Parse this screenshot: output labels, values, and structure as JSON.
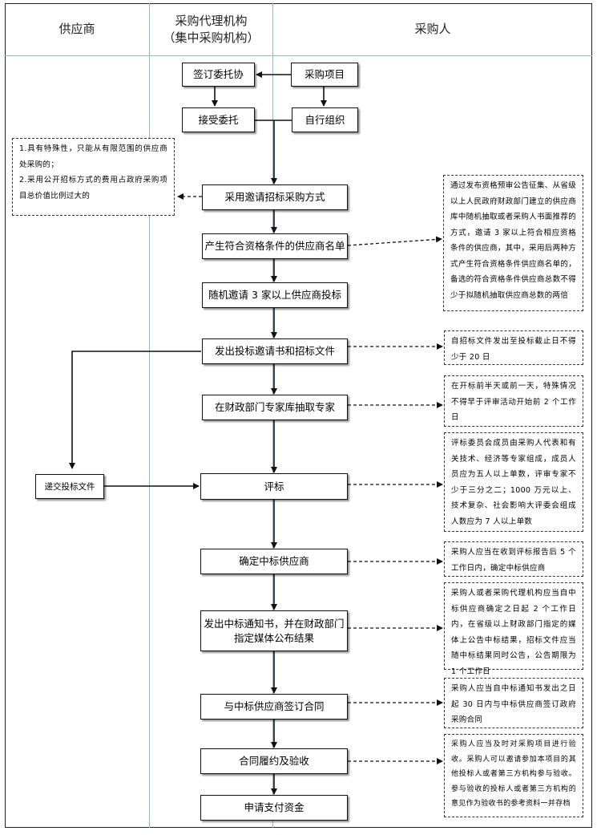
{
  "columns": {
    "supplier": "供应商",
    "agency_line1": "采购代理机构",
    "agency_line2": "（集中采购机构）",
    "purchaser": "采购人"
  },
  "boxes": {
    "sign_entrust": "签订委托协",
    "purchase_project": "采购项目",
    "accept_entrust": "接受委托",
    "self_organize": "自行组织",
    "invite_method": "采用邀请招标采购方式",
    "qualified_list": "产生符合资格条件的供应商名单",
    "random_invite": "随机邀请 3 家以上供应商投标",
    "issue_invitation": "发出投标邀请书和招标文件",
    "extract_experts": "在财政部门专家库抽取专家",
    "evaluate": "评标",
    "confirm_winner": "确定中标供应商",
    "notice_line1": "发出中标通知书，并在财政部门",
    "notice_line2": "指定媒体公布结果",
    "sign_contract": "与中标供应商签订合同",
    "perform_accept": "合同履约及验收",
    "apply_payment": "申请支付资金",
    "submit_bid": "递交投标文件"
  },
  "notes": {
    "conditions_1": "1.具有特殊性，只能从有限范围的供应商处采购的；",
    "conditions_2": "2.采用公开招标方式的费用占政府采购项目总价值比例过大的",
    "list_method": "通过发布资格预审公告征集、从省级以上人民政府财政部门建立的供应商库中随机抽取或者采购人书面推荐的方式，邀请 3 家以上符合相应资格条件的供应商，其中，采用后两种方式产生符合资格条件供应商名单的，备选的符合资格条件供应商总数不得少于拟随机抽取供应商总数的两倍",
    "bid_period": "自招标文件发出至投标截止日不得少于 20 日",
    "expert_timing": "在开标前半天或前一天，特殊情况不得早于评审活动开始前 2 个工作日",
    "committee": "评标委员会成员由采购人代表和有关技术、经济等专家组成，成员人员应为五人以上单数，评审专家不少于三分之二；1000 万元以上、技术复杂、社会影响大评委会组成人数应为 7 人以上单数",
    "confirm_deadline": "采购人应当在收到评标报告后 5 个工作日内，确定中标供应商",
    "notice_deadline": "采购人或者采购代理机构应当自中标供应商确定之日起 2 个工作日内，在省级以上财政部门指定的媒体上公告中标结果，招标文件应当随中标结果同时公告，公告期限为 1 个工作日",
    "contract_deadline": "采购人应当自中标通知书发出之日起 30 日内与中标供应商签订政府采购合同",
    "acceptance": "采购人应当及时对采购项目进行验收。采购人可以邀请参加本项目的其他投标人或者第三方机构参与验收。参与验收的投标人或者第三方机构的意见作为验收书的参考资料一并存档"
  },
  "colors": {
    "lane_line": "#8fb8d8",
    "border": "#111111",
    "arrow": "#111111"
  }
}
